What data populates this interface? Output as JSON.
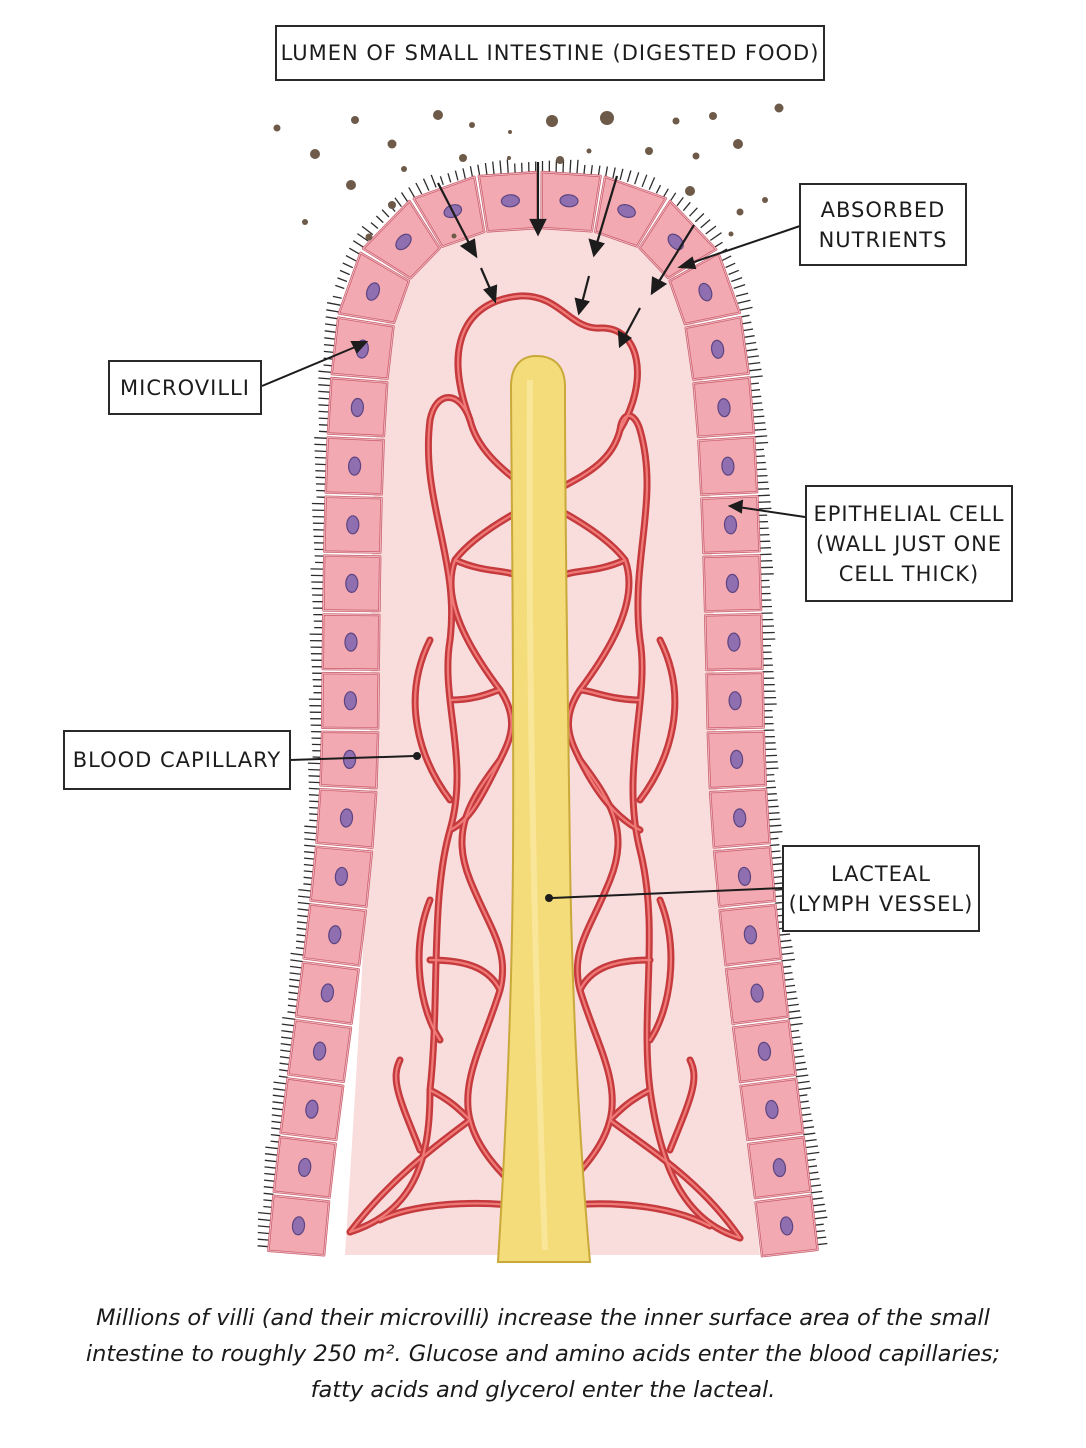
{
  "labels": {
    "lumen": "LUMEN OF SMALL INTESTINE (DIGESTED FOOD)",
    "absorbed": [
      "ABSORBED",
      "NUTRIENTS"
    ],
    "microvilli": "MICROVILLI",
    "epithelial": [
      "EPITHELIAL CELL",
      "(WALL JUST ONE",
      "CELL THICK)"
    ],
    "capillary": "BLOOD CAPILLARY",
    "lacteal": [
      "LACTEAL",
      "(LYMPH VESSEL)"
    ]
  },
  "caption": "Millions of villi (and their microvilli) increase the inner surface area of the small intestine to roughly 250 m². Glucose and amino acids enter the blood capillaries; fatty acids and glycerol enter the lacteal.",
  "colors": {
    "cell_fill": "#f2a9b1",
    "cell_stroke": "#c95a6a",
    "nucleus": "#8f6fb0",
    "core_fill": "#f9dcdc",
    "capillary": "#d9484a",
    "lacteal": "#f4dc7a",
    "food_particle": "#6e5a48",
    "microvilli": "#2d2d2d",
    "outline": "#2a2a2a"
  }
}
